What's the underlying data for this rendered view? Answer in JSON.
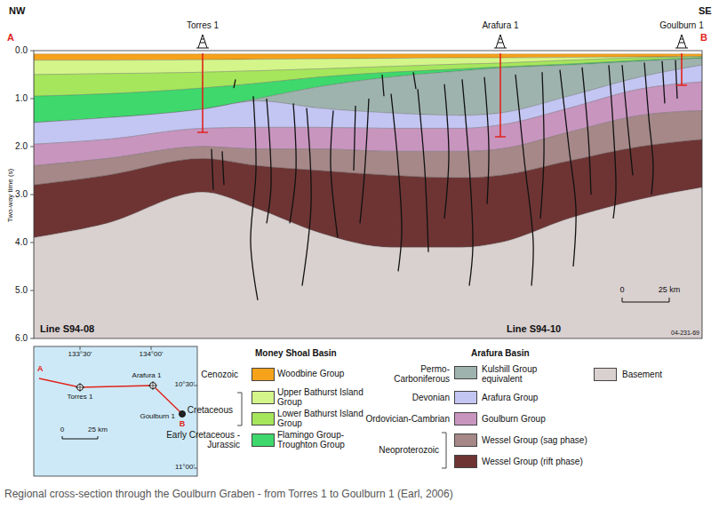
{
  "diagram": {
    "caption": "Regional cross-section through the Goulburn Graben - from Torres 1 to Goulburn 1 (Earl, 2006)",
    "labels": [
      "NW",
      "SE",
      "A",
      "B",
      "Torres 1",
      "Arafura 1",
      "Goulburn 1",
      "0.0",
      "1.0",
      "2.0",
      "3.0",
      "4.0",
      "5.0",
      "6.0",
      "Two-way time (s)",
      "0",
      "25 km",
      "Line S94-08",
      "Line S94-10",
      "04-231-69",
      "133°30'",
      "134°00'",
      "10°30'",
      "11°00'",
      "A",
      "B",
      "Torres 1",
      "Arafura 1",
      "Goulburn 1",
      "0",
      "25 km",
      "Money Shoal Basin",
      "Cenozoic",
      "Cretaceous",
      "Early Cretaceous - Jurassic",
      "Arafura Basin",
      "Permo-Carboniferous",
      "Devonian",
      "Ordovician-Cambrian",
      "Neoproterozoic"
    ],
    "legend": [
      {
        "text": "Woodbine Group",
        "color": "#f7a21b"
      },
      {
        "text": "Upper Bathurst Island Group",
        "color": "#d4f58a"
      },
      {
        "text": "Lower Bathurst Island Group",
        "color": "#a6e65c"
      },
      {
        "text": "Flamingo Group-Troughton Group",
        "color": "#3ed86c"
      },
      {
        "text": "Kulshill Group equivalent",
        "color": "#9fb3ae"
      },
      {
        "text": "Arafura Group",
        "color": "#c3c5f2"
      },
      {
        "text": "Goulburn Group",
        "color": "#c895bf"
      },
      {
        "text": "Wessel Group (sag phase)",
        "color": "#a68888"
      },
      {
        "text": "Wessel Group (rift phase)",
        "color": "#6e3434"
      },
      {
        "text": "Basement",
        "color": "#d9d0d0"
      }
    ]
  }
}
